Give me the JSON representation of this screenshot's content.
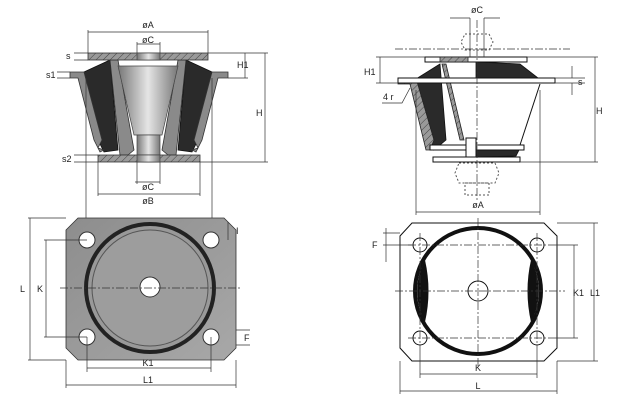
{
  "left_section_view": {
    "labels": {
      "dia_a": "øA",
      "dia_c_top": "øC",
      "s": "s",
      "s1": "s1",
      "h1": "H1",
      "h": "H",
      "s2": "s2",
      "dia_c_bottom": "øC",
      "dia_b": "øB"
    }
  },
  "left_plan_view": {
    "labels": {
      "l": "L",
      "k": "K",
      "i": "I",
      "f": "F",
      "k1": "K1",
      "l1": "L1"
    }
  },
  "right_section_view": {
    "labels": {
      "dia_c": "øC",
      "h1": "H1",
      "radius": "4 r",
      "s": "s",
      "h": "H",
      "dia_a": "øA"
    }
  },
  "right_plan_view": {
    "labels": {
      "f": "F",
      "k1": "K1",
      "l1": "L1",
      "k": "K",
      "l": "L"
    }
  }
}
